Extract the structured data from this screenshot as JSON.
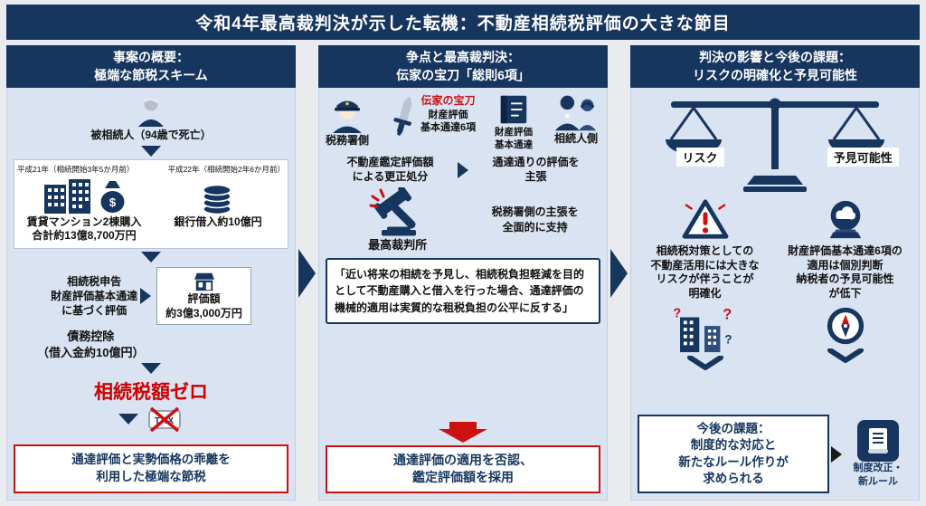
{
  "title": "令和4年最高裁判決が示した転機：不動産相続税評価の大きな節目",
  "colors": {
    "navy": "#16365f",
    "panel_bg": "#d9e3f1",
    "red": "#cc1111",
    "zero_red": "#cc0000",
    "white": "#ffffff"
  },
  "icons": {
    "elderly-person-icon": "deceased person silhouette",
    "buildings-icon": "two apartment buildings",
    "money-bag-icon": "money bag with $",
    "coins-icon": "stack of coins",
    "store-icon": "small building",
    "tax-stamp-crossed-icon": "TAX stamp crossed out in red",
    "down-arrow-icon": "navy triangle arrow",
    "panel-arrow-icon": "big navy right arrow",
    "police-officer-icon": "tax office officer",
    "sword-icon": "treasured sword",
    "book-icon": "valuation rule book",
    "heirs-icon": "two heirs",
    "gavel-icon": "supreme court gavel",
    "balance-scale-icon": "risk vs predictability scale",
    "warning-triangle-icon": "risk warning",
    "crystal-ball-icon": "predictability crystal ball",
    "question-buildings-icon": "buildings with question marks",
    "compass-icon": "compass",
    "scroll-icon": "new rules scroll",
    "chevron-down-icon": "down chevron"
  },
  "p1": {
    "header": [
      "事案の概要：",
      "極端な節税スキーム"
    ],
    "deceased": "被相続人（94歳で死亡）",
    "years": [
      "平成21年（相続開始3年5か月前）",
      "平成22年（相続開始2年6か月前）"
    ],
    "purchase": [
      "賃貸マンション2棟購入",
      "合計約13億8,700万円"
    ],
    "loan": "銀行借入約10億円",
    "filing": [
      "相続税申告",
      "財産評価基本通達",
      "に基づく評価"
    ],
    "valuation": [
      "評価額",
      "約3億3,000万円"
    ],
    "deduction": [
      "債務控除",
      "（借入金約10億円）"
    ],
    "zero_tax": "相続税額ゼロ",
    "stamp": "TAX",
    "conclusion": [
      "通達評価と実勢価格の乖離を",
      "利用した極端な節税"
    ]
  },
  "p2": {
    "header": [
      "争点と最高裁判決：",
      "伝家の宝刀「総則6項」"
    ],
    "tax_office": "税務署側",
    "sword": "伝家の宝刀",
    "sword_sub": [
      "財産評価",
      "基本通達6項"
    ],
    "book": [
      "財産評価",
      "基本通達"
    ],
    "heirs": "相続人側",
    "reassessment": [
      "不動産鑑定評価額",
      "による更正処分"
    ],
    "heir_claim": [
      "通達通りの評価を",
      "主張"
    ],
    "court": "最高裁判所",
    "support": [
      "税務署側の主張を",
      "全面的に支持"
    ],
    "quote": "「近い将来の相続を予見し、相続税負担軽減を目的として不動産購入と借入を行った場合、通達評価の機械的適用は実質的な租税負担の公平に反する」",
    "ruling": [
      "通達評価の適用を否認、",
      "鑑定評価額を採用"
    ]
  },
  "p3": {
    "header": [
      "判決の影響と今後の課題：",
      "リスクの明確化と予見可能性"
    ],
    "scale_labels": [
      "リスク",
      "予見可能性"
    ],
    "risk": [
      "相続税対策としての",
      "不動産活用には大きな",
      "リスクが伴うことが",
      "明確化"
    ],
    "foresight": [
      "財産評価基本通達6項の",
      "適用は個別判断",
      "納税者の予見可能性",
      "が低下"
    ],
    "future": [
      "今後の課題：",
      "制度的な対応と",
      "新たなルール作りが",
      "求められる"
    ],
    "new_rule": [
      "制度改正・",
      "新ルール"
    ]
  }
}
